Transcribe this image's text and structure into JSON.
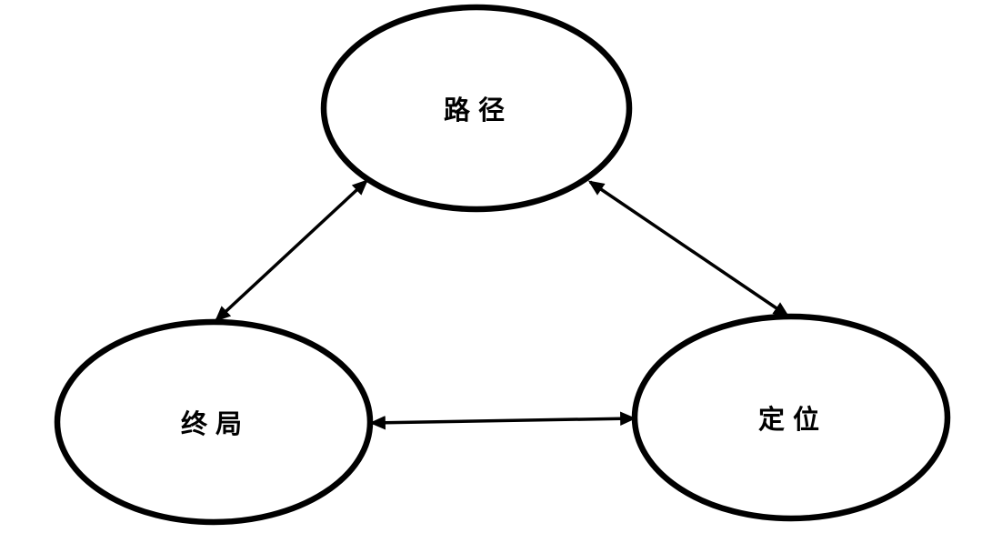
{
  "diagram": {
    "type": "concept-triangle",
    "background_color": "#ffffff",
    "stroke_color": "#000000",
    "nodes": [
      {
        "id": "lujing",
        "label": "路径",
        "position": "top"
      },
      {
        "id": "zhongju",
        "label": "终局",
        "position": "bottom-left"
      },
      {
        "id": "dingwei",
        "label": "定位",
        "position": "bottom-right"
      }
    ],
    "edges": [
      {
        "from": "路径",
        "to": "终局",
        "bidirectional": true
      },
      {
        "from": "路径",
        "to": "定位",
        "bidirectional": true
      },
      {
        "from": "终局",
        "to": "定位",
        "bidirectional": true
      }
    ]
  }
}
